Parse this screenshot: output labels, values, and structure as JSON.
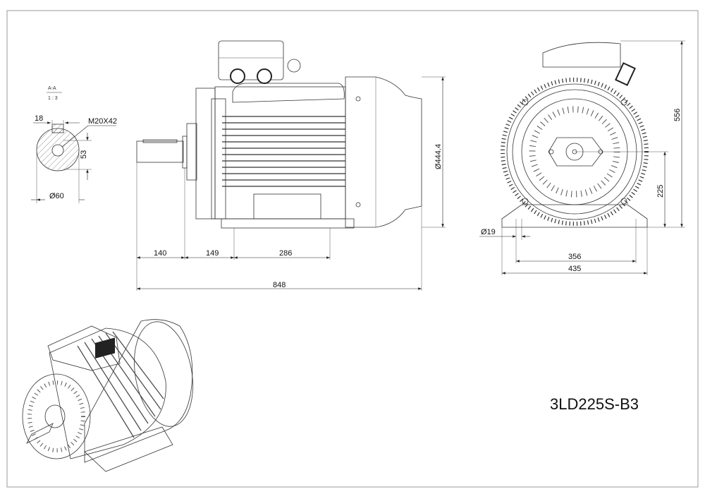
{
  "drawing": {
    "model": "3LD225S-B3",
    "section": {
      "label": "A-A",
      "scale": "1 : 3",
      "key_width": "18",
      "thread": "M20X42",
      "key_height": "53",
      "shaft_diameter": "Ø60"
    },
    "side_view": {
      "dims": {
        "shaft_length": "140",
        "shaft_to_foot": "149",
        "foot_spacing": "286",
        "overall_length": "848",
        "diameter": "Ø444.4"
      }
    },
    "front_view": {
      "dims": {
        "overall_height": "556",
        "shaft_height": "225",
        "bolt_hole": "Ø19",
        "foot_hole_spacing": "356",
        "foot_width": "435"
      }
    }
  }
}
